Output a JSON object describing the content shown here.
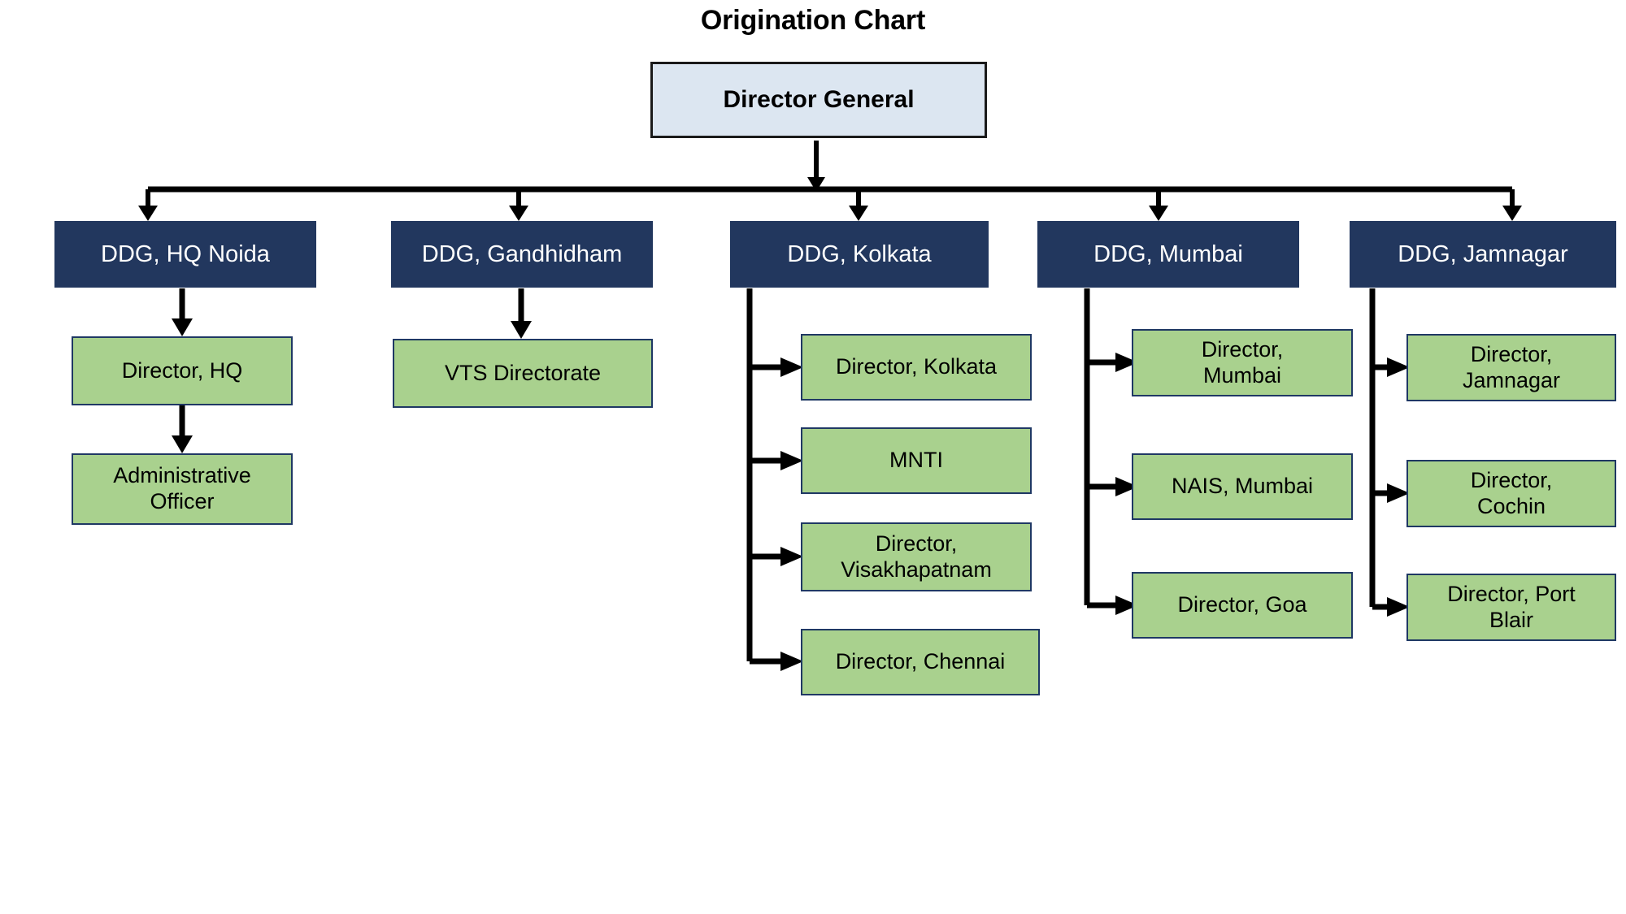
{
  "title": "Origination Chart",
  "colors": {
    "root_fill": "#dce6f1",
    "root_border": "#1a1a1a",
    "ddg_fill": "#22375e",
    "ddg_text": "#ffffff",
    "unit_fill": "#a9d18e",
    "unit_border": "#1f3864",
    "connector": "#000000",
    "background": "#ffffff"
  },
  "chart_data": {
    "type": "diagram",
    "subtype": "organization-chart",
    "title": "Origination Chart",
    "orientation": "top-down",
    "root": "Director General",
    "nodes": [
      {
        "id": "dg",
        "label": "Director General",
        "level": 0,
        "style": "root"
      },
      {
        "id": "ddg-hq-noida",
        "label": "DDG, HQ Noida",
        "level": 1,
        "style": "ddg",
        "parent": "dg"
      },
      {
        "id": "ddg-gandhidham",
        "label": "DDG, Gandhidham",
        "level": 1,
        "style": "ddg",
        "parent": "dg"
      },
      {
        "id": "ddg-kolkata",
        "label": "DDG, Kolkata",
        "level": 1,
        "style": "ddg",
        "parent": "dg"
      },
      {
        "id": "ddg-mumbai",
        "label": "DDG, Mumbai",
        "level": 1,
        "style": "ddg",
        "parent": "dg"
      },
      {
        "id": "ddg-jamnagar",
        "label": "DDG, Jamnagar",
        "level": 1,
        "style": "ddg",
        "parent": "dg"
      },
      {
        "id": "director-hq",
        "label": "Director, HQ",
        "level": 2,
        "style": "unit",
        "parent": "ddg-hq-noida"
      },
      {
        "id": "administrative-officer",
        "label": "Administrative\nOfficer",
        "level": 3,
        "style": "unit",
        "parent": "director-hq"
      },
      {
        "id": "vts-directorate",
        "label": "VTS Directorate",
        "level": 2,
        "style": "unit",
        "parent": "ddg-gandhidham"
      },
      {
        "id": "director-kolkata",
        "label": "Director, Kolkata",
        "level": 2,
        "style": "unit",
        "parent": "ddg-kolkata"
      },
      {
        "id": "mnti",
        "label": "MNTI",
        "level": 2,
        "style": "unit",
        "parent": "ddg-kolkata"
      },
      {
        "id": "director-visakhapatnam",
        "label": "Director,\nVisakhapatnam",
        "level": 2,
        "style": "unit",
        "parent": "ddg-kolkata"
      },
      {
        "id": "director-chennai",
        "label": "Director, Chennai",
        "level": 2,
        "style": "unit",
        "parent": "ddg-kolkata"
      },
      {
        "id": "director-mumbai",
        "label": "Director,\nMumbai",
        "level": 2,
        "style": "unit",
        "parent": "ddg-mumbai"
      },
      {
        "id": "nais-mumbai",
        "label": "NAIS, Mumbai",
        "level": 2,
        "style": "unit",
        "parent": "ddg-mumbai"
      },
      {
        "id": "director-goa",
        "label": "Director, Goa",
        "level": 2,
        "style": "unit",
        "parent": "ddg-mumbai"
      },
      {
        "id": "director-jamnagar",
        "label": "Director,\nJamnagar",
        "level": 2,
        "style": "unit",
        "parent": "ddg-jamnagar"
      },
      {
        "id": "director-cochin",
        "label": "Director,\nCochin",
        "level": 2,
        "style": "unit",
        "parent": "ddg-jamnagar"
      },
      {
        "id": "director-port-blair",
        "label": "Director, Port\nBlair",
        "level": 2,
        "style": "unit",
        "parent": "ddg-jamnagar"
      }
    ],
    "edges": [
      {
        "from": "dg",
        "to": "ddg-hq-noida",
        "type": "elbow-down"
      },
      {
        "from": "dg",
        "to": "ddg-gandhidham",
        "type": "elbow-down"
      },
      {
        "from": "dg",
        "to": "ddg-kolkata",
        "type": "elbow-down"
      },
      {
        "from": "dg",
        "to": "ddg-mumbai",
        "type": "elbow-down"
      },
      {
        "from": "dg",
        "to": "ddg-jamnagar",
        "type": "elbow-down"
      },
      {
        "from": "ddg-hq-noida",
        "to": "director-hq",
        "type": "straight-down"
      },
      {
        "from": "director-hq",
        "to": "administrative-officer",
        "type": "straight-down"
      },
      {
        "from": "ddg-gandhidham",
        "to": "vts-directorate",
        "type": "straight-down"
      },
      {
        "from": "ddg-kolkata",
        "to": "director-kolkata",
        "type": "elbow-right"
      },
      {
        "from": "ddg-kolkata",
        "to": "mnti",
        "type": "elbow-right"
      },
      {
        "from": "ddg-kolkata",
        "to": "director-visakhapatnam",
        "type": "elbow-right"
      },
      {
        "from": "ddg-kolkata",
        "to": "director-chennai",
        "type": "elbow-right"
      },
      {
        "from": "ddg-mumbai",
        "to": "director-mumbai",
        "type": "elbow-right"
      },
      {
        "from": "ddg-mumbai",
        "to": "nais-mumbai",
        "type": "elbow-right"
      },
      {
        "from": "ddg-mumbai",
        "to": "director-goa",
        "type": "elbow-right"
      },
      {
        "from": "ddg-jamnagar",
        "to": "director-jamnagar",
        "type": "elbow-right"
      },
      {
        "from": "ddg-jamnagar",
        "to": "director-cochin",
        "type": "elbow-right"
      },
      {
        "from": "ddg-jamnagar",
        "to": "director-port-blair",
        "type": "elbow-right"
      }
    ]
  },
  "nodes": {
    "dg": "Director General",
    "ddg_hq_noida": "DDG, HQ Noida",
    "ddg_gandhidham": "DDG, Gandhidham",
    "ddg_kolkata": "DDG, Kolkata",
    "ddg_mumbai": "DDG, Mumbai",
    "ddg_jamnagar": "DDG, Jamnagar",
    "director_hq": "Director, HQ",
    "administrative_officer": "Administrative\nOfficer",
    "vts_directorate": "VTS Directorate",
    "director_kolkata": "Director, Kolkata",
    "mnti": "MNTI",
    "director_visakhapatnam": "Director,\nVisakhapatnam",
    "director_chennai": "Director, Chennai",
    "director_mumbai": "Director,\nMumbai",
    "nais_mumbai": "NAIS, Mumbai",
    "director_goa": "Director, Goa",
    "director_jamnagar": "Director,\nJamnagar",
    "director_cochin": "Director,\nCochin",
    "director_port_blair": "Director, Port\nBlair"
  }
}
